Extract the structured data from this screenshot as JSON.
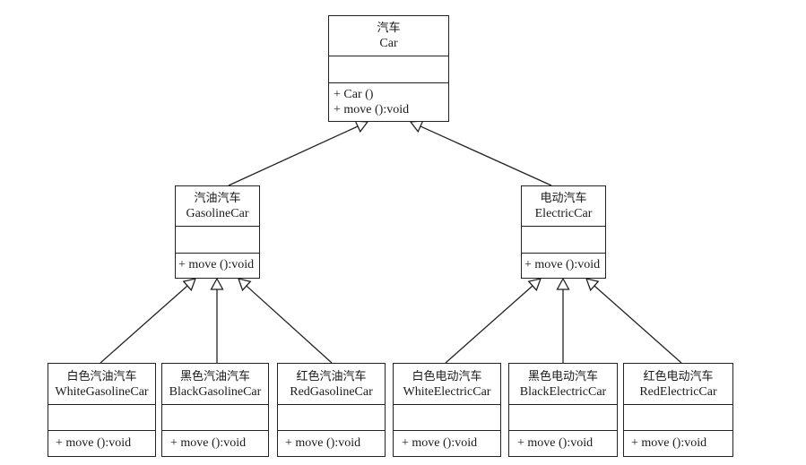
{
  "diagram": {
    "type": "uml-class-diagram",
    "classes": {
      "car": {
        "cn": "汽车",
        "en": "Car",
        "operations": [
          "+ Car ()",
          "+ move ():void"
        ]
      },
      "gasoline": {
        "cn": "汽油汽车",
        "en": "GasolineCar",
        "operations": [
          "+ move ():void"
        ]
      },
      "electric": {
        "cn": "电动汽车",
        "en": "ElectricCar",
        "operations": [
          "+ move ():void"
        ]
      },
      "white_gasoline": {
        "cn": "白色汽油汽车",
        "en": "WhiteGasolineCar",
        "operations": [
          "+ move ():void"
        ]
      },
      "black_gasoline": {
        "cn": "黑色汽油汽车",
        "en": "BlackGasolineCar",
        "operations": [
          "+ move ():void"
        ]
      },
      "red_gasoline": {
        "cn": "红色汽油汽车",
        "en": "RedGasolineCar",
        "operations": [
          "+ move ():void"
        ]
      },
      "white_electric": {
        "cn": "白色电动汽车",
        "en": "WhiteElectricCar",
        "operations": [
          "+ move ():void"
        ]
      },
      "black_electric": {
        "cn": "黑色电动汽车",
        "en": "BlackElectricCar",
        "operations": [
          "+ move ():void"
        ]
      },
      "red_electric": {
        "cn": "红色电动汽车",
        "en": "RedElectricCar",
        "operations": [
          "+ move ():void"
        ]
      }
    },
    "relationships": [
      {
        "type": "generalization",
        "from": "gasoline",
        "to": "car"
      },
      {
        "type": "generalization",
        "from": "electric",
        "to": "car"
      },
      {
        "type": "generalization",
        "from": "white_gasoline",
        "to": "gasoline"
      },
      {
        "type": "generalization",
        "from": "black_gasoline",
        "to": "gasoline"
      },
      {
        "type": "generalization",
        "from": "red_gasoline",
        "to": "gasoline"
      },
      {
        "type": "generalization",
        "from": "white_electric",
        "to": "electric"
      },
      {
        "type": "generalization",
        "from": "black_electric",
        "to": "electric"
      },
      {
        "type": "generalization",
        "from": "red_electric",
        "to": "electric"
      }
    ]
  }
}
